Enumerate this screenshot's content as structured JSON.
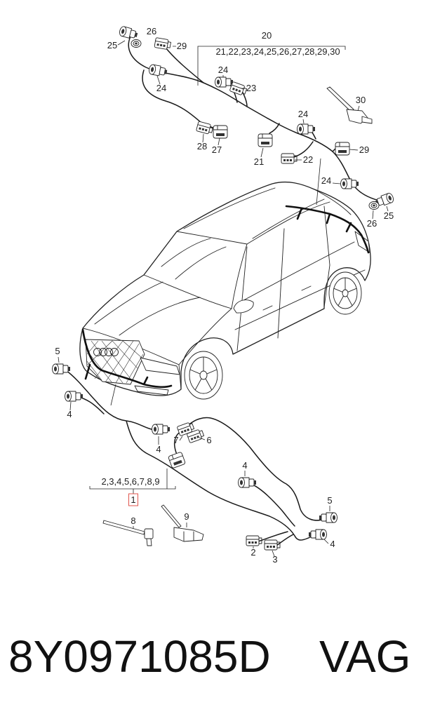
{
  "diagram": {
    "upper_harness": {
      "group_label": "20",
      "group_members": "21,22,23,24,25,26,27,28,29,30",
      "callouts": [
        "26",
        "25",
        "29",
        "24",
        "24",
        "23",
        "28",
        "27",
        "24",
        "30",
        "21",
        "22",
        "29",
        "24",
        "25",
        "26"
      ]
    },
    "lower_harness": {
      "group_members": "2,3,4,5,6,7,8,9",
      "part_label": "1",
      "callouts": [
        "5",
        "4",
        "4",
        "7",
        "6",
        "8",
        "9",
        "4",
        "5",
        "4",
        "2",
        "3"
      ]
    }
  },
  "caption": {
    "part_number": "8Y0971085D",
    "brand": "VAG"
  },
  "colors": {
    "line": "#222222",
    "highlight": "#e0554d",
    "background": "#ffffff"
  }
}
